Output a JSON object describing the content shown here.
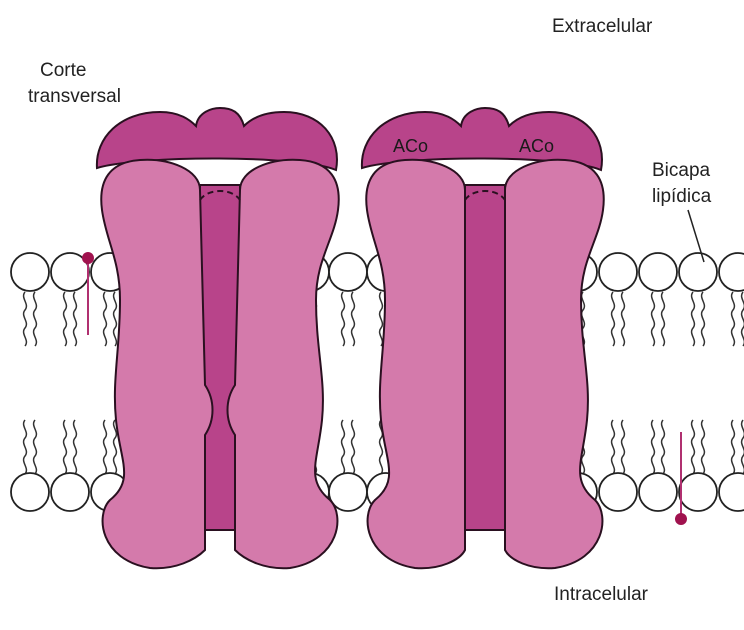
{
  "labels": {
    "extracellular": "Extracelular",
    "intracellular": "Intracelular",
    "cross_section_line1": "Corte",
    "cross_section_line2": "transversal",
    "bilayer_line1": "Bicapa",
    "bilayer_line2": "lipídica",
    "binding_site": "ACo"
  },
  "colors": {
    "protein_light": "#d47aab",
    "protein_dark": "#b8448a",
    "outline": "#2a1020",
    "lipid_head": "#ffffff",
    "marker": "#a0124e"
  }
}
